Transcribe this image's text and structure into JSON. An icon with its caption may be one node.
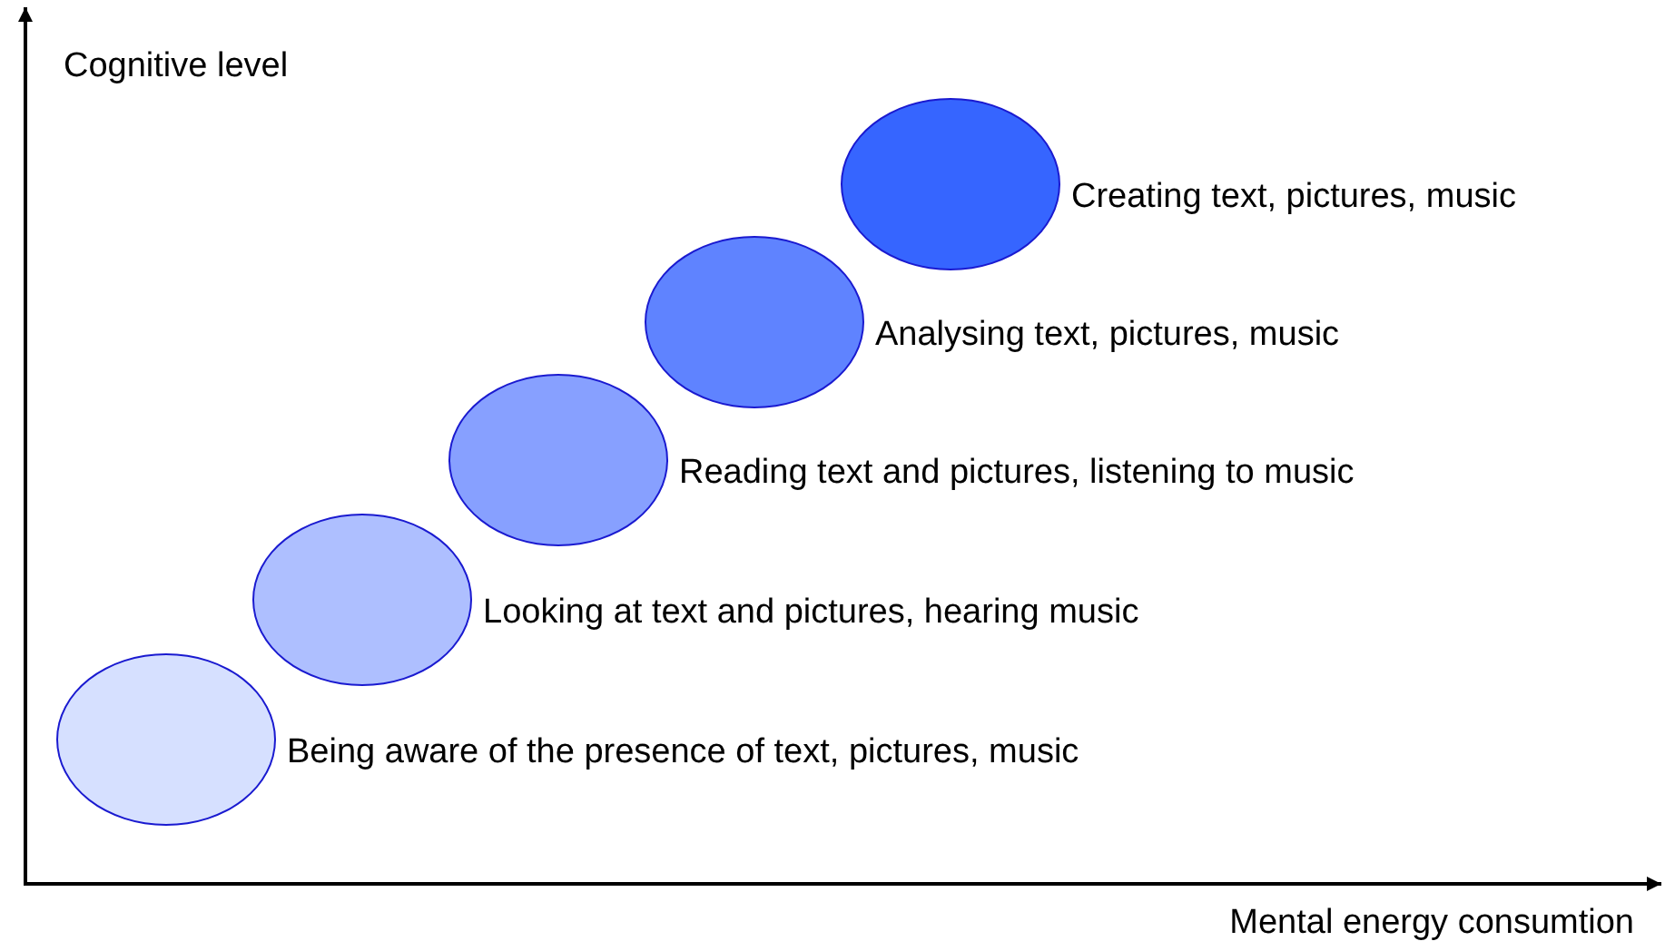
{
  "diagram": {
    "nodes": [
      {
        "text": [],
        "shape": "circle",
        "beside": [
          "Being aware of the presence of text, pictures, music"
        ]
      },
      {
        "text": [],
        "shape": "circle",
        "beside": [
          "Looking at text and pictures, hearing music"
        ]
      },
      {
        "text": [],
        "shape": "circle",
        "beside": [
          "Reading text and pictures, listening to music"
        ]
      },
      {
        "text": [],
        "shape": "circle",
        "beside": [
          "Analysing text, pictures, music"
        ]
      },
      {
        "text": [],
        "shape": "circle",
        "beside": [
          "Creating text, pictures, music"
        ]
      }
    ],
    "labels": [
      "Cognitive level",
      "Mental energy consumtion"
    ]
  }
}
